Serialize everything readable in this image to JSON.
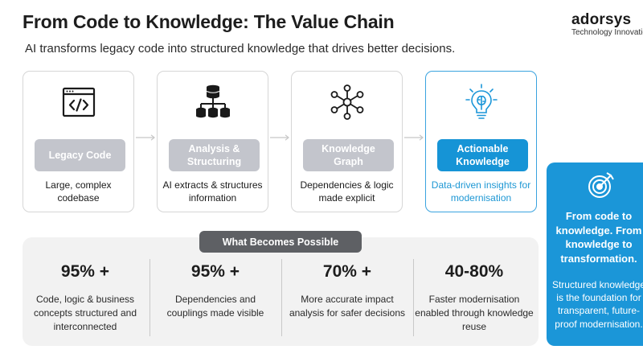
{
  "header": {
    "title": "From Code to Knowledge: The Value Chain",
    "subtitle": "AI transforms legacy code into structured knowledge that drives better decisions."
  },
  "brand": {
    "name": "adorsys",
    "tagline": "Technology Innovation"
  },
  "value_chain": [
    {
      "icon": "code-window-icon",
      "label": "Legacy Code",
      "desc": "Large, complex codebase",
      "highlight": false
    },
    {
      "icon": "database-hierarchy-icon",
      "label": "Analysis & Structuring",
      "desc": "AI extracts & structures information",
      "highlight": false
    },
    {
      "icon": "knowledge-graph-icon",
      "label": "Knowledge Graph",
      "desc": "Dependencies & logic made explicit",
      "highlight": false
    },
    {
      "icon": "ai-lightbulb-icon",
      "label": "Actionable Knowledge",
      "desc": "Data-driven insights for modernisation",
      "highlight": true
    }
  ],
  "possibilities": {
    "heading": "What Becomes Possible",
    "stats": [
      {
        "value": "95% +",
        "desc": "Code, logic & business concepts structured and interconnected"
      },
      {
        "value": "95% +",
        "desc": "Dependencies and couplings made visible"
      },
      {
        "value": "70% +",
        "desc": "More accurate impact analysis for safer decisions"
      },
      {
        "value": "40-80%",
        "desc": "Faster modernisation enabled through knowledge reuse"
      }
    ]
  },
  "callout": {
    "icon": "target-icon",
    "headline": "From code to knowledge. From knowledge to transformation.",
    "body": "Structured knowledge is the foundation for transparent, future-proof modernisation."
  },
  "colors": {
    "accent": "#1b96d8",
    "pill_gray": "#c3c5cc",
    "panel_bg": "#f2f2f2",
    "dark_pill": "#5e6064"
  }
}
